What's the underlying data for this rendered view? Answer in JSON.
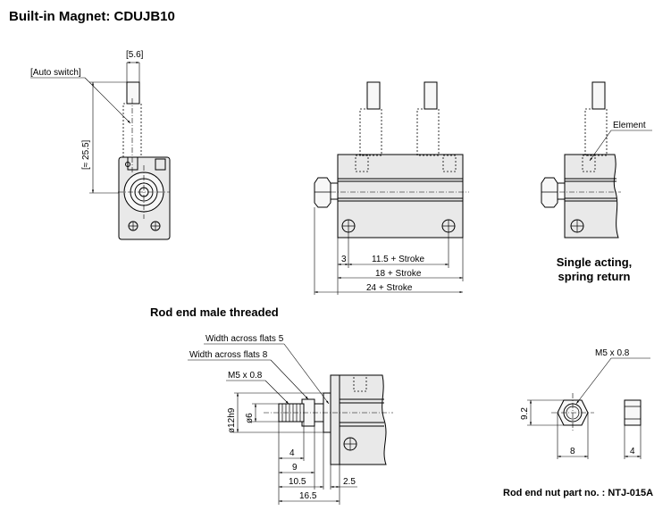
{
  "title": "Built-in Magnet: CDUJB10",
  "captions": {
    "single_acting": "Single acting,",
    "spring_return": "spring return",
    "rod_end_male": "Rod end male threaded",
    "nut_part": "Rod end nut part no. : NTJ-015A"
  },
  "labels": {
    "dim_5_6": "[5.6]",
    "auto_switch": "[Auto switch]",
    "dim_25_5": "[≈ 25.5]",
    "element": "Element",
    "dim_3": "3",
    "dim_11_5": "11.5 + Stroke",
    "dim_18": "18 + Stroke",
    "dim_24": "24 + Stroke",
    "width_flats_5": "Width across flats 5",
    "width_flats_8": "Width across flats 8",
    "m5_thread": "M5 x 0.8",
    "dia_12h9": "ø12h9",
    "dia_6": "ø6",
    "dim_4": "4",
    "dim_9": "9",
    "dim_10_5": "10.5",
    "dim_2_5": "2.5",
    "dim_16_5": "16.5",
    "nut_m5": "M5 x 0.8",
    "nut_9_2": "9.2",
    "nut_8": "8",
    "nut_4": "4"
  }
}
